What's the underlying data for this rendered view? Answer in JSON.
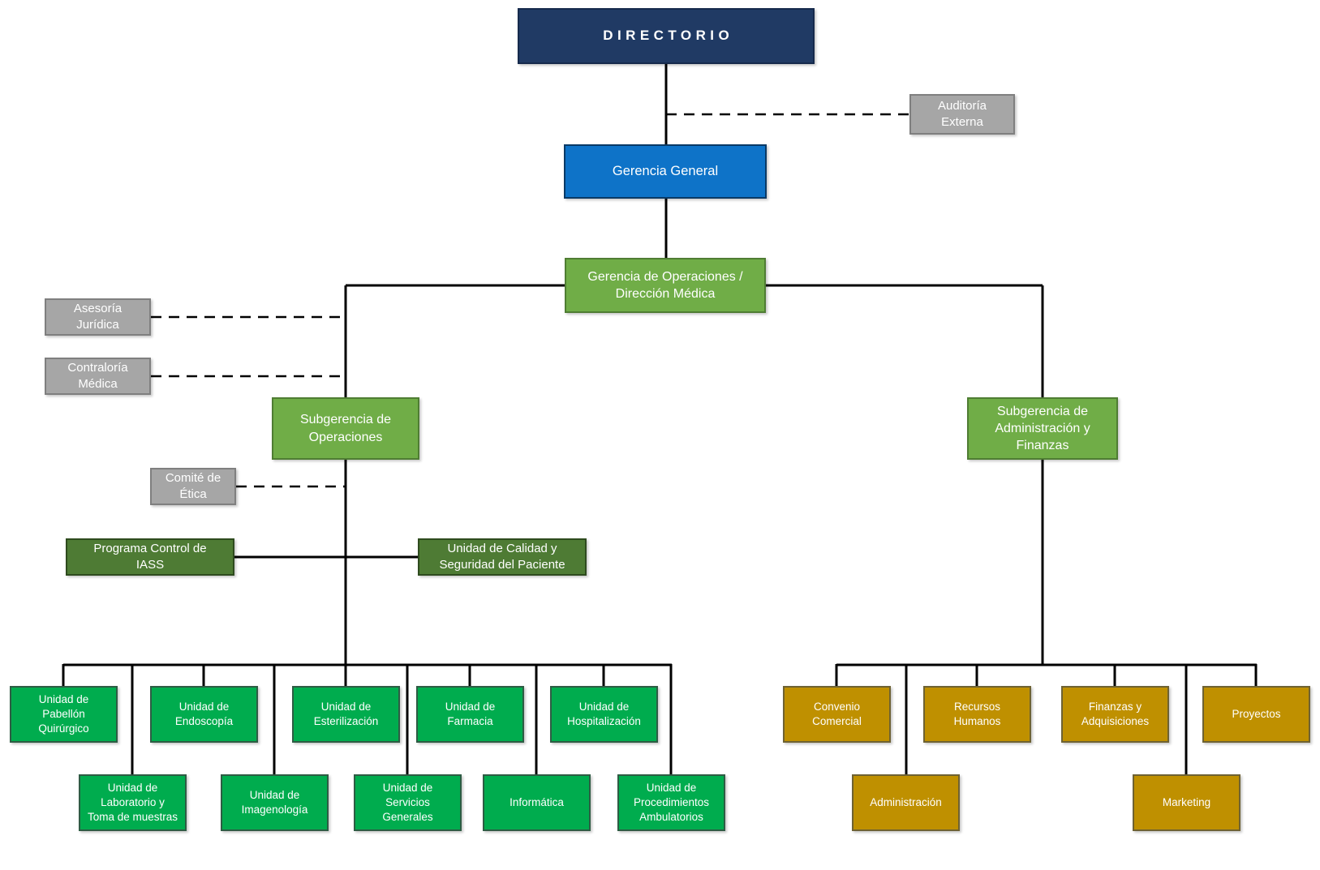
{
  "nodes": {
    "directorio": "DIRECTORIO",
    "auditoria_externa": "Auditoría\nExterna",
    "gerencia_general": "Gerencia General",
    "gerencia_operaciones": "Gerencia de Operaciones /\nDirección Médica",
    "asesoria_juridica": "Asesoría\nJurídica",
    "contraloria_medica": "Contraloría\nMédica",
    "subgerencia_operaciones": "Subgerencia de\nOperaciones",
    "comite_etica": "Comité de\nÉtica",
    "programa_control_iass": "Programa Control de\nIASS",
    "unidad_calidad": "Unidad de Calidad y\nSeguridad del Paciente",
    "subgerencia_admin_finanzas": "Subgerencia de\nAdministración y\nFinanzas",
    "unidad_pabellon_quirurgico": "Unidad de Pabellón\nQuirúrgico",
    "unidad_endoscopia": "Unidad de\nEndoscopía",
    "unidad_esterilizacion": "Unidad de\nEsterilización",
    "unidad_farmacia": "Unidad de\nFarmacia",
    "unidad_hospitalizacion": "Unidad de\nHospitalización",
    "unidad_laboratorio": "Unidad de\nLaboratorio y\nToma de muestras",
    "unidad_imagenologia": "Unidad de\nImagenología",
    "unidad_servicios_generales": "Unidad de Servicios\nGenerales",
    "informatica": "Informática",
    "unidad_procedimientos_ambulatorios": "Unidad de\nProcedimientos\nAmbulatorios",
    "convenio_comercial": "Convenio\nComercial",
    "recursos_humanos": "Recursos\nHumanos",
    "finanzas_adquisiciones": "Finanzas y\nAdquisiciones",
    "proyectos": "Proyectos",
    "administracion": "Administración",
    "marketing": "Marketing"
  },
  "colors": {
    "directorio_navy": "#203A64",
    "gerencia_blue": "#0E73C8",
    "management_green": "#70AD47",
    "program_dark_green": "#4E7B34",
    "unit_bright_green": "#00AC4E",
    "admin_gold": "#BF9000",
    "advisory_gray": "#A6A6A6",
    "connector_black": "#000000"
  }
}
